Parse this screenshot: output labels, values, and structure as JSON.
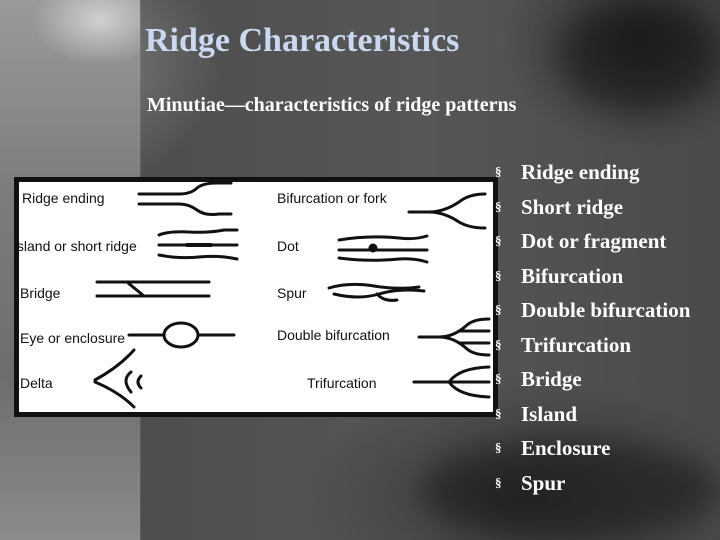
{
  "slide": {
    "title": "Ridge Characteristics",
    "subtitle": "Minutiae—characteristics of ridge patterns"
  },
  "figure": {
    "labels": [
      "Ridge ending",
      "Island or short ridge",
      "Bridge",
      "Eye or enclosure",
      "Delta",
      "Bifurcation or fork",
      "Dot",
      "Spur",
      "Double bifurcation",
      "Trifurcation"
    ]
  },
  "bullets": {
    "marker": "§",
    "items": [
      "Ridge ending",
      "Short ridge",
      "Dot or fragment",
      "Bifurcation",
      "Double bifurcation",
      "Trifurcation",
      "Bridge",
      "Island",
      "Enclosure",
      "Spur"
    ]
  }
}
